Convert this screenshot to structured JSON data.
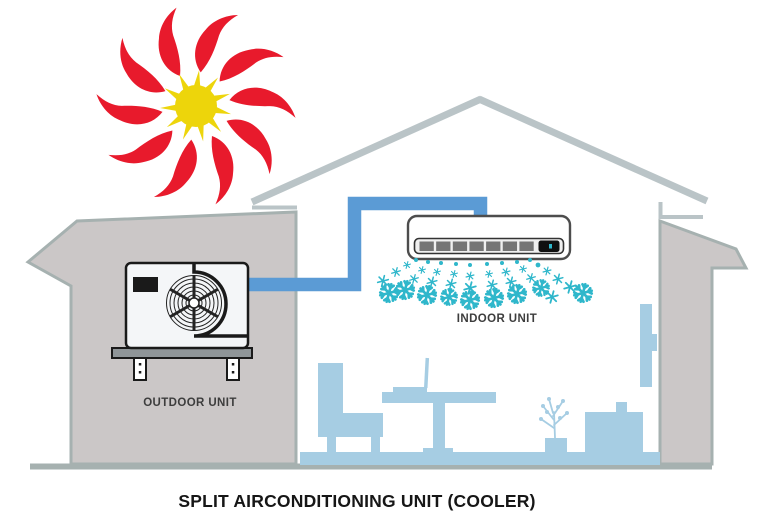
{
  "title": "SPLIT AIRCONDITIONING UNIT (COOLER)",
  "labels": {
    "outdoor_unit": "OUTDOOR UNIT",
    "indoor_unit": "INDOOR UNIT"
  },
  "icons": {
    "sun": "sun-icon",
    "snowflake": "snowflake-icon",
    "fan": "fan-icon"
  },
  "colors": {
    "pipe": "#5b9bd5",
    "interior": "#a6cde3",
    "snowflake": "#2fb7cb",
    "wall_fill": "#cbc7c7",
    "wall_outline": "#a6b1b0",
    "roof": "#bac4c7",
    "sun_core": "#edd50b",
    "sun_flame": "#e81a2c",
    "unit_outline": "#1a1a1a",
    "label": "#3d3d3d"
  }
}
